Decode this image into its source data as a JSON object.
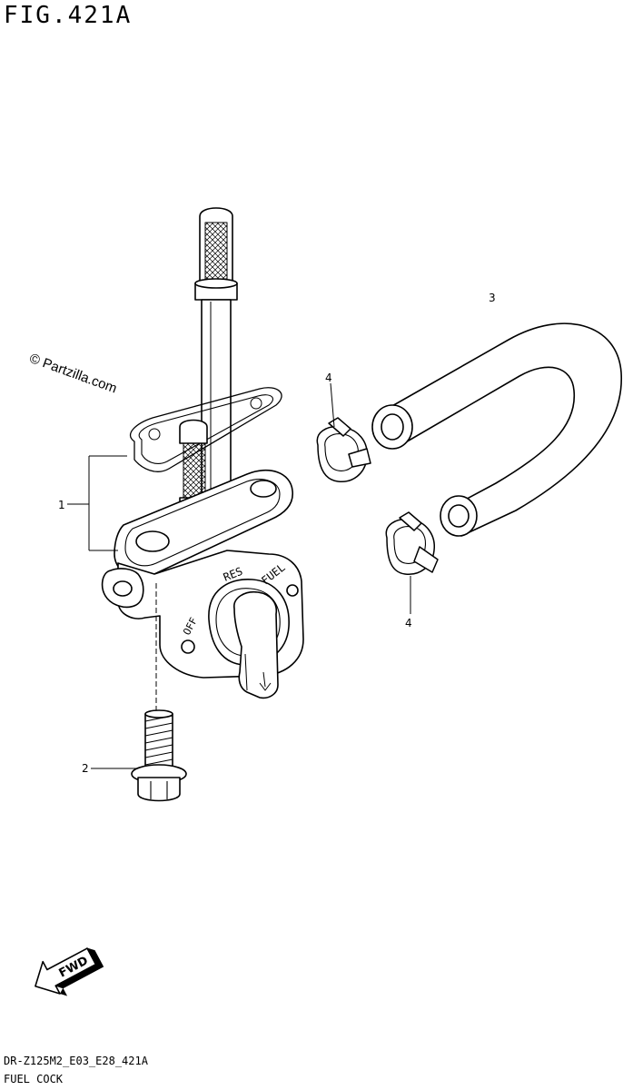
{
  "figure": {
    "title": "FIG.421A",
    "watermark": "© Partzilla.com",
    "model_code": "DR-Z125M2_E03_E28_421A",
    "section_name": "FUEL COCK"
  },
  "parts": [
    {
      "ref": "1"
    },
    {
      "ref": "2"
    },
    {
      "ref": "3"
    },
    {
      "ref": "4"
    },
    {
      "ref": "4"
    }
  ],
  "valve_labels": {
    "res": "RES",
    "fuel": "FUEL",
    "off": "OFF"
  },
  "direction_marker": {
    "label": "FWD",
    "icon": "forward-arrow-icon"
  }
}
